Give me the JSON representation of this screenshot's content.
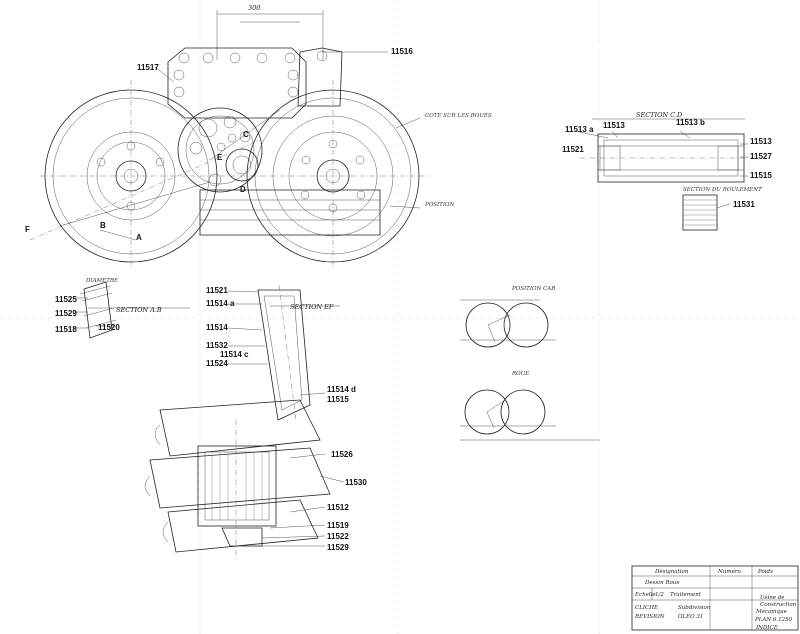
{
  "parts": {
    "p11517": "11517",
    "p11516": "11516",
    "p11513a": "11513 a",
    "p11513": "11513",
    "p11513b": "11513 b",
    "p11513r": "11513",
    "p11521r": "11521",
    "p11527": "11527",
    "p11515r": "11515",
    "p11531": "11531",
    "p11525": "11525",
    "p11529l": "11529",
    "p11518": "11518",
    "p11520": "11520",
    "p11521": "11521",
    "p11514a": "11514 a",
    "p11514": "11514",
    "p11532": "11532",
    "p11514c": "11514 c",
    "p11524": "11524",
    "p11514d": "11514 d",
    "p11515": "11515",
    "p11526": "11526",
    "p11530": "11530",
    "p11512": "11512",
    "p11519": "11519",
    "p11522": "11522",
    "p11529": "11529"
  },
  "letters": {
    "C": "C",
    "E": "E",
    "D": "D",
    "F": "F",
    "B": "B",
    "A": "A"
  },
  "sections": {
    "cd": "SECTION C.D",
    "ab": "SECTION A.B",
    "ef": "SECTION EF"
  },
  "notes": {
    "dim_top": "300",
    "note_wheels_right": "COTE SUR LES ROUES",
    "note_hatch": "SECTION DU ROULEMENT",
    "note_b1": "POSITION",
    "note_b2": "DIAMETRE",
    "note_c1": "POSITION CAR",
    "note_d": "ROUE"
  },
  "title_block": {
    "designation_header": "Désignation",
    "numero_header": "Numéro",
    "poids_header": "Poids",
    "row1": "Dessin Roue",
    "echelle_label": "Echelle",
    "echelle_value": "1/2",
    "traitement_label": "Traitement",
    "cliche": "CLICHE",
    "revision": "REVISION",
    "subdivision": "Subdivision",
    "oleo": "OLEO 31",
    "usine1": "Usine de",
    "usine2": "Construction",
    "usine3": "Mécanique",
    "plan": "PLAN 6.1250",
    "indice": "INDICE"
  }
}
